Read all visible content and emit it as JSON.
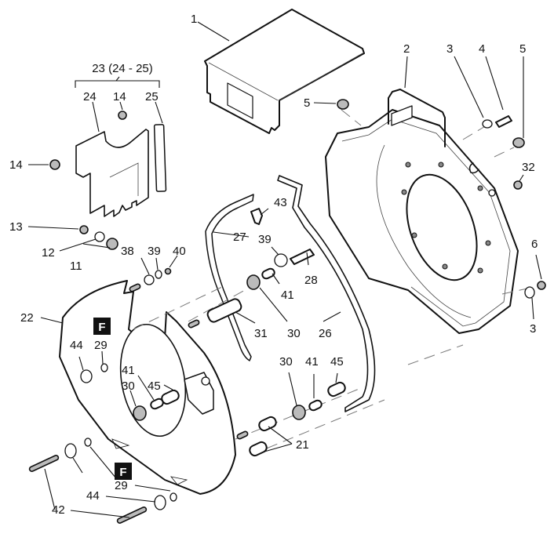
{
  "diagram": {
    "type": "exploded-parts-view",
    "group_label": "23 (24 - 25)",
    "flag_symbol": "F",
    "callouts": [
      {
        "id": "c1",
        "text": "1"
      },
      {
        "id": "c2",
        "text": "2"
      },
      {
        "id": "c3a",
        "text": "3"
      },
      {
        "id": "c4",
        "text": "4"
      },
      {
        "id": "c5a",
        "text": "5"
      },
      {
        "id": "c5b",
        "text": "5"
      },
      {
        "id": "c32",
        "text": "32"
      },
      {
        "id": "c6",
        "text": "6"
      },
      {
        "id": "c3b",
        "text": "3"
      },
      {
        "id": "c24",
        "text": "24"
      },
      {
        "id": "c14a",
        "text": "14"
      },
      {
        "id": "c25",
        "text": "25"
      },
      {
        "id": "c14b",
        "text": "14"
      },
      {
        "id": "c13",
        "text": "13"
      },
      {
        "id": "c12",
        "text": "12"
      },
      {
        "id": "c11",
        "text": "11"
      },
      {
        "id": "c38",
        "text": "38"
      },
      {
        "id": "c39a",
        "text": "39"
      },
      {
        "id": "c40",
        "text": "40"
      },
      {
        "id": "c43",
        "text": "43"
      },
      {
        "id": "c27",
        "text": "27"
      },
      {
        "id": "c39b",
        "text": "39"
      },
      {
        "id": "c28",
        "text": "28"
      },
      {
        "id": "c41a",
        "text": "41"
      },
      {
        "id": "c31",
        "text": "31"
      },
      {
        "id": "c30a",
        "text": "30"
      },
      {
        "id": "c26",
        "text": "26"
      },
      {
        "id": "c22",
        "text": "22"
      },
      {
        "id": "c44a",
        "text": "44"
      },
      {
        "id": "c29a",
        "text": "29"
      },
      {
        "id": "c41b",
        "text": "41"
      },
      {
        "id": "c30b",
        "text": "30"
      },
      {
        "id": "c45a",
        "text": "45"
      },
      {
        "id": "c30c",
        "text": "30"
      },
      {
        "id": "c41c",
        "text": "41"
      },
      {
        "id": "c45b",
        "text": "45"
      },
      {
        "id": "c21",
        "text": "21"
      },
      {
        "id": "c29b",
        "text": "29"
      },
      {
        "id": "c44b",
        "text": "44"
      },
      {
        "id": "c42",
        "text": "42"
      }
    ]
  }
}
